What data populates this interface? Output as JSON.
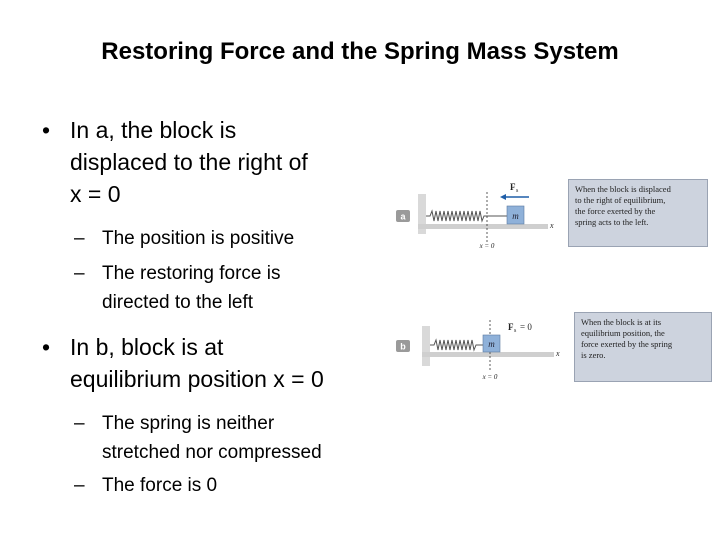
{
  "slide": {
    "title": "Restoring Force and the Spring Mass System"
  },
  "bullets": [
    {
      "lines": [
        "In a, the block is",
        "displaced to the right of",
        "x = 0"
      ],
      "subs": [
        {
          "lines": [
            "The position is positive"
          ]
        },
        {
          "lines": [
            "The restoring force is",
            "directed to the left"
          ]
        }
      ]
    },
    {
      "lines": [
        "In b, block is at",
        "equilibrium position x = 0"
      ],
      "subs": [
        {
          "lines": [
            "The spring is neither",
            "stretched nor compressed"
          ]
        },
        {
          "lines": [
            "The force is 0"
          ]
        }
      ]
    }
  ],
  "figure_a": {
    "panel_label": "a",
    "block_label": "m",
    "force_label": "F",
    "force_subscript": "s",
    "axis_label": "x",
    "origin_label": "x = 0",
    "callout_lines": [
      "When the block is displaced",
      "to the right of equilibrium,",
      "the force exerted by the",
      "spring acts to the left."
    ]
  },
  "figure_b": {
    "panel_label": "b",
    "block_label": "m",
    "force_label": "F",
    "force_eq": "= 0",
    "force_subscript": "s",
    "axis_label": "x",
    "origin_label": "x = 0",
    "callout_lines": [
      "When the block is at its",
      "equilibrium position, the",
      "force exerted by the spring",
      "is zero."
    ]
  },
  "colors": {
    "block": "#8fb1d9",
    "wall": "#d9d9d9",
    "floor": "#cfcfcf",
    "callout_bg": "#cdd3de",
    "arrow": "#1f5ea8",
    "panel_label_bg": "#9a9a9a"
  }
}
